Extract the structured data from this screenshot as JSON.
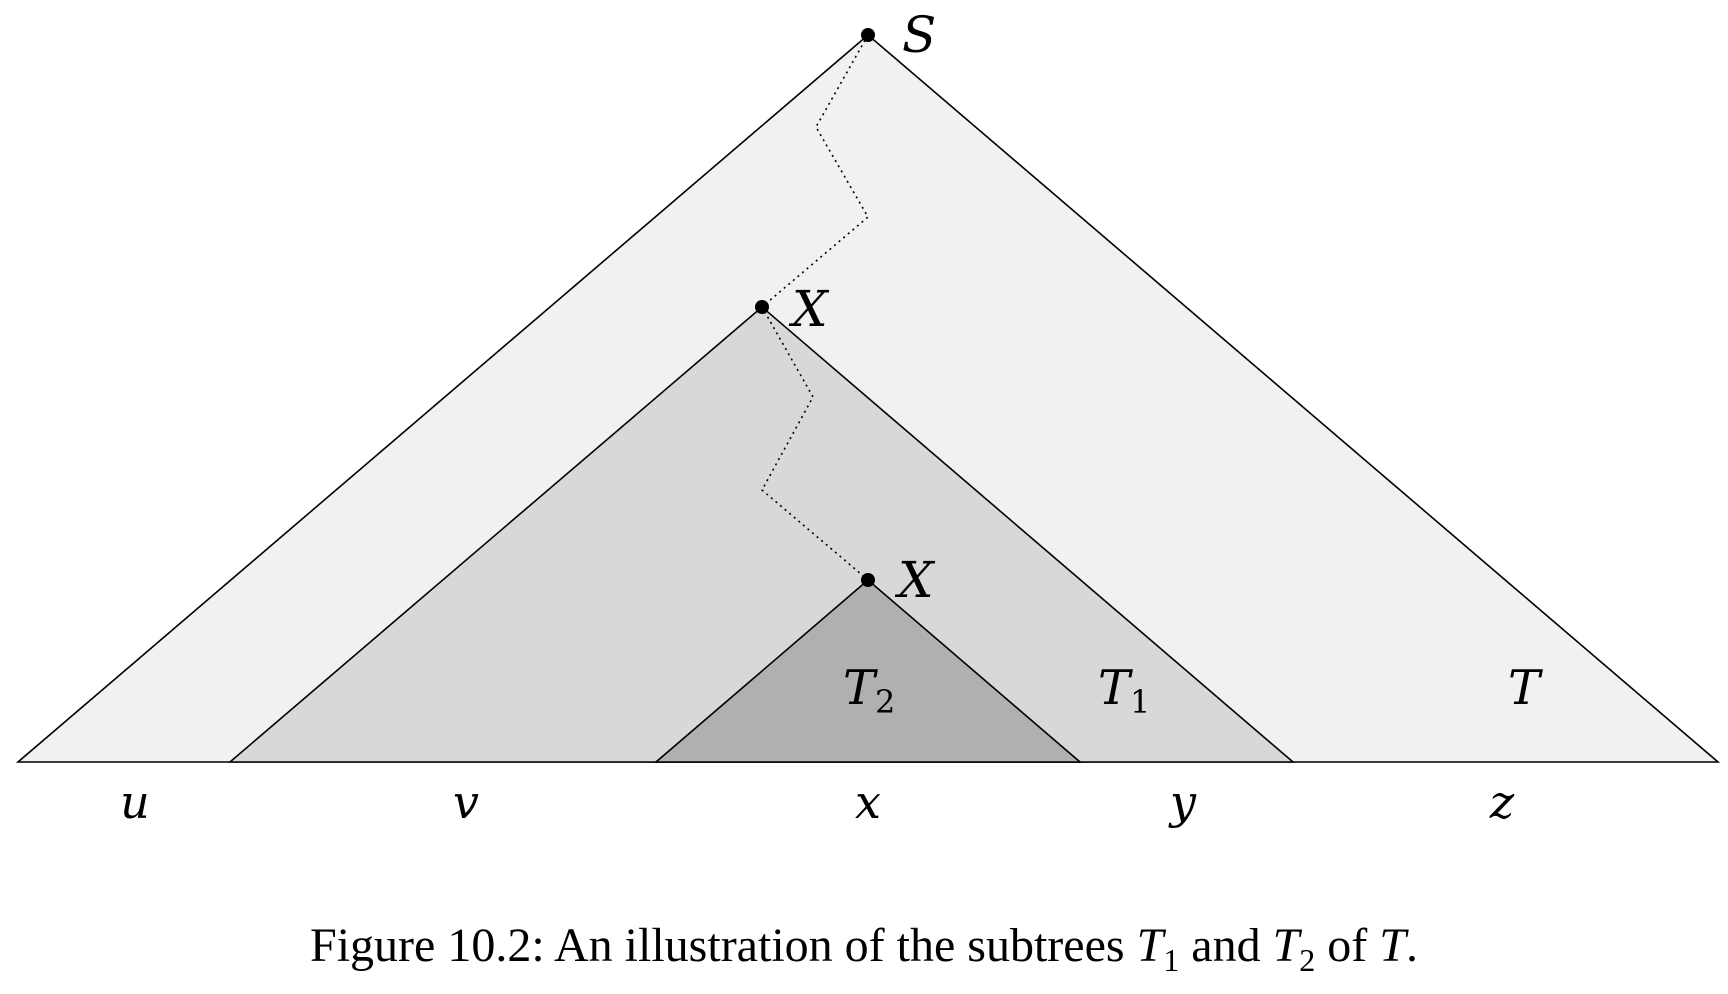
{
  "colors": {
    "outer_fill": "#f1f1f1",
    "middle_fill": "#d8d8d8",
    "inner_fill": "#b0b0b0",
    "stroke": "#000000"
  },
  "nodes": {
    "root": "S",
    "upper_x": "X",
    "lower_x": "X"
  },
  "trees": {
    "outer": {
      "name": "T",
      "subscript": ""
    },
    "middle": {
      "name": "T",
      "subscript": "1"
    },
    "inner": {
      "name": "T",
      "subscript": "2"
    }
  },
  "leaves": [
    "u",
    "v",
    "x",
    "y",
    "z"
  ],
  "caption": {
    "prefix": "Figure 10.2: An illustration of the subtrees ",
    "t1_name": "T",
    "t1_sub": "1",
    "and": " and ",
    "t2_name": "T",
    "t2_sub": "2",
    "of": " of ",
    "t_name": "T",
    "end": "."
  }
}
